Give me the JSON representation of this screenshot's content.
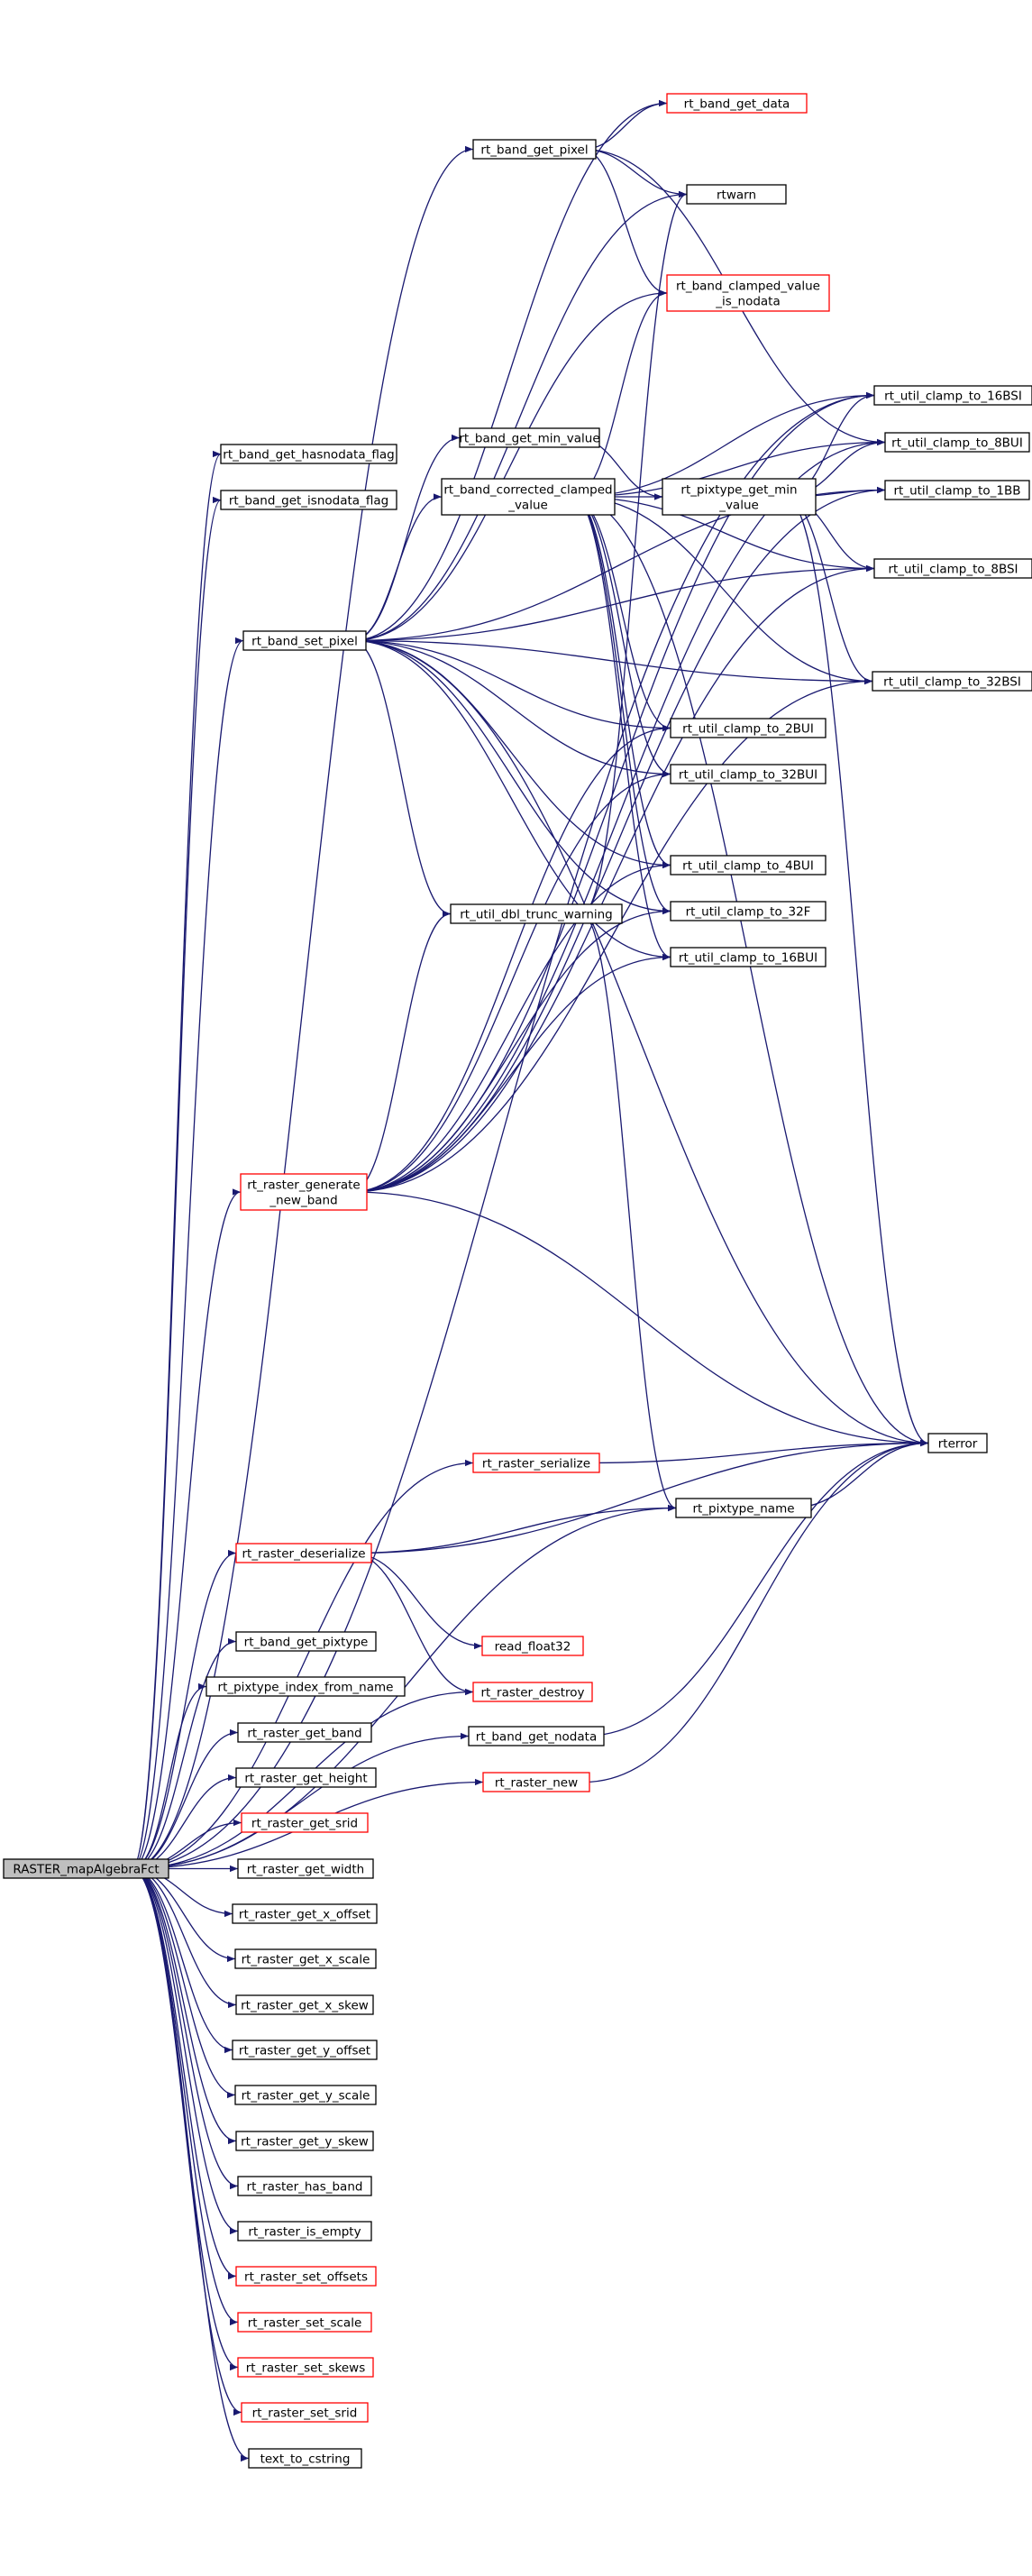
{
  "colors": {
    "edge": "#191970",
    "black_border": "#000000",
    "red_border": "#ff0000",
    "root_fill": "#bfbfbf",
    "background": "#ffffff"
  },
  "nodes": {
    "root": {
      "lines": [
        "RASTER_mapAlgebraFct"
      ],
      "border": "black",
      "root": true
    },
    "band_get_hasnodata_flag": {
      "lines": [
        "rt_band_get_hasnodata_flag"
      ],
      "border": "black"
    },
    "band_get_isnodata_flag": {
      "lines": [
        "rt_band_get_isnodata_flag"
      ],
      "border": "black"
    },
    "band_set_pixel": {
      "lines": [
        "rt_band_set_pixel"
      ],
      "border": "black"
    },
    "band_get_pixel": {
      "lines": [
        "rt_band_get_pixel"
      ],
      "border": "black"
    },
    "band_get_data": {
      "lines": [
        "rt_band_get_data"
      ],
      "border": "red"
    },
    "rtwarn": {
      "lines": [
        "rtwarn"
      ],
      "border": "black"
    },
    "band_clamped_value_is_nodata": {
      "lines": [
        "rt_band_clamped_value",
        "_is_nodata"
      ],
      "border": "red"
    },
    "band_get_min_value": {
      "lines": [
        "rt_band_get_min_value"
      ],
      "border": "black"
    },
    "band_corrected_clamped_value": {
      "lines": [
        "rt_band_corrected_clamped",
        "_value"
      ],
      "border": "black"
    },
    "pixtype_get_min_value": {
      "lines": [
        "rt_pixtype_get_min",
        "_value"
      ],
      "border": "black"
    },
    "clamp_16BSI": {
      "lines": [
        "rt_util_clamp_to_16BSI"
      ],
      "border": "black"
    },
    "clamp_8BUI": {
      "lines": [
        "rt_util_clamp_to_8BUI"
      ],
      "border": "black"
    },
    "clamp_1BB": {
      "lines": [
        "rt_util_clamp_to_1BB"
      ],
      "border": "black"
    },
    "clamp_8BSI": {
      "lines": [
        "rt_util_clamp_to_8BSI"
      ],
      "border": "black"
    },
    "clamp_32BSI": {
      "lines": [
        "rt_util_clamp_to_32BSI"
      ],
      "border": "black"
    },
    "clamp_2BUI": {
      "lines": [
        "rt_util_clamp_to_2BUI"
      ],
      "border": "black"
    },
    "clamp_32BUI": {
      "lines": [
        "rt_util_clamp_to_32BUI"
      ],
      "border": "black"
    },
    "clamp_4BUI": {
      "lines": [
        "rt_util_clamp_to_4BUI"
      ],
      "border": "black"
    },
    "clamp_32F": {
      "lines": [
        "rt_util_clamp_to_32F"
      ],
      "border": "black"
    },
    "clamp_16BUI": {
      "lines": [
        "rt_util_clamp_to_16BUI"
      ],
      "border": "black"
    },
    "dbl_trunc_warning": {
      "lines": [
        "rt_util_dbl_trunc_warning"
      ],
      "border": "black"
    },
    "raster_generate_new_band": {
      "lines": [
        "rt_raster_generate",
        "_new_band"
      ],
      "border": "red"
    },
    "rterror": {
      "lines": [
        "rterror"
      ],
      "border": "black"
    },
    "raster_serialize": {
      "lines": [
        "rt_raster_serialize"
      ],
      "border": "red"
    },
    "pixtype_name": {
      "lines": [
        "rt_pixtype_name"
      ],
      "border": "black"
    },
    "raster_deserialize": {
      "lines": [
        "rt_raster_deserialize"
      ],
      "border": "red"
    },
    "read_float32": {
      "lines": [
        "read_float32"
      ],
      "border": "red"
    },
    "raster_destroy": {
      "lines": [
        "rt_raster_destroy"
      ],
      "border": "red"
    },
    "band_get_nodata": {
      "lines": [
        "rt_band_get_nodata"
      ],
      "border": "black"
    },
    "raster_new": {
      "lines": [
        "rt_raster_new"
      ],
      "border": "red"
    },
    "band_get_pixtype": {
      "lines": [
        "rt_band_get_pixtype"
      ],
      "border": "black"
    },
    "pixtype_index_from_name": {
      "lines": [
        "rt_pixtype_index_from_name"
      ],
      "border": "black"
    },
    "raster_get_band": {
      "lines": [
        "rt_raster_get_band"
      ],
      "border": "black"
    },
    "raster_get_height": {
      "lines": [
        "rt_raster_get_height"
      ],
      "border": "black"
    },
    "raster_get_srid": {
      "lines": [
        "rt_raster_get_srid"
      ],
      "border": "red"
    },
    "raster_get_width": {
      "lines": [
        "rt_raster_get_width"
      ],
      "border": "black"
    },
    "raster_get_x_offset": {
      "lines": [
        "rt_raster_get_x_offset"
      ],
      "border": "black"
    },
    "raster_get_x_scale": {
      "lines": [
        "rt_raster_get_x_scale"
      ],
      "border": "black"
    },
    "raster_get_x_skew": {
      "lines": [
        "rt_raster_get_x_skew"
      ],
      "border": "black"
    },
    "raster_get_y_offset": {
      "lines": [
        "rt_raster_get_y_offset"
      ],
      "border": "black"
    },
    "raster_get_y_scale": {
      "lines": [
        "rt_raster_get_y_scale"
      ],
      "border": "black"
    },
    "raster_get_y_skew": {
      "lines": [
        "rt_raster_get_y_skew"
      ],
      "border": "black"
    },
    "raster_has_band": {
      "lines": [
        "rt_raster_has_band"
      ],
      "border": "black"
    },
    "raster_is_empty": {
      "lines": [
        "rt_raster_is_empty"
      ],
      "border": "black"
    },
    "raster_set_offsets": {
      "lines": [
        "rt_raster_set_offsets"
      ],
      "border": "red"
    },
    "raster_set_scale": {
      "lines": [
        "rt_raster_set_scale"
      ],
      "border": "red"
    },
    "raster_set_skews": {
      "lines": [
        "rt_raster_set_skews"
      ],
      "border": "red"
    },
    "raster_set_srid": {
      "lines": [
        "rt_raster_set_srid"
      ],
      "border": "red"
    },
    "text_to_cstring": {
      "lines": [
        "text_to_cstring"
      ],
      "border": "black"
    }
  },
  "edges": [
    [
      "root",
      "band_get_hasnodata_flag"
    ],
    [
      "root",
      "band_get_isnodata_flag"
    ],
    [
      "root",
      "band_set_pixel"
    ],
    [
      "root",
      "band_get_pixel"
    ],
    [
      "root",
      "clamp_16BSI"
    ],
    [
      "root",
      "raster_generate_new_band"
    ],
    [
      "root",
      "raster_serialize"
    ],
    [
      "root",
      "pixtype_name"
    ],
    [
      "root",
      "raster_deserialize"
    ],
    [
      "root",
      "raster_destroy"
    ],
    [
      "root",
      "band_get_nodata"
    ],
    [
      "root",
      "raster_new"
    ],
    [
      "root",
      "band_get_pixtype"
    ],
    [
      "root",
      "pixtype_index_from_name"
    ],
    [
      "root",
      "raster_get_band"
    ],
    [
      "root",
      "raster_get_height"
    ],
    [
      "root",
      "raster_get_srid"
    ],
    [
      "root",
      "raster_get_width"
    ],
    [
      "root",
      "raster_get_x_offset"
    ],
    [
      "root",
      "raster_get_x_scale"
    ],
    [
      "root",
      "raster_get_x_skew"
    ],
    [
      "root",
      "raster_get_y_offset"
    ],
    [
      "root",
      "raster_get_y_scale"
    ],
    [
      "root",
      "raster_get_y_skew"
    ],
    [
      "root",
      "raster_has_band"
    ],
    [
      "root",
      "raster_is_empty"
    ],
    [
      "root",
      "raster_set_offsets"
    ],
    [
      "root",
      "raster_set_scale"
    ],
    [
      "root",
      "raster_set_skews"
    ],
    [
      "root",
      "raster_set_srid"
    ],
    [
      "root",
      "text_to_cstring"
    ],
    [
      "band_get_pixel",
      "band_get_data"
    ],
    [
      "band_get_pixel",
      "rtwarn"
    ],
    [
      "band_get_pixel",
      "band_clamped_value_is_nodata"
    ],
    [
      "band_get_pixel",
      "clamp_8BUI"
    ],
    [
      "band_set_pixel",
      "band_get_data"
    ],
    [
      "band_set_pixel",
      "rtwarn"
    ],
    [
      "band_set_pixel",
      "band_clamped_value_is_nodata"
    ],
    [
      "band_set_pixel",
      "band_get_min_value"
    ],
    [
      "band_set_pixel",
      "band_corrected_clamped_value"
    ],
    [
      "band_set_pixel",
      "clamp_1BB"
    ],
    [
      "band_set_pixel",
      "clamp_8BSI"
    ],
    [
      "band_set_pixel",
      "clamp_2BUI"
    ],
    [
      "band_set_pixel",
      "clamp_32BUI"
    ],
    [
      "band_set_pixel",
      "clamp_32BSI"
    ],
    [
      "band_set_pixel",
      "clamp_4BUI"
    ],
    [
      "band_set_pixel",
      "clamp_32F"
    ],
    [
      "band_set_pixel",
      "clamp_16BUI"
    ],
    [
      "band_set_pixel",
      "dbl_trunc_warning"
    ],
    [
      "band_set_pixel",
      "rterror"
    ],
    [
      "band_get_min_value",
      "pixtype_get_min_value"
    ],
    [
      "band_corrected_clamped_value",
      "pixtype_get_min_value"
    ],
    [
      "band_corrected_clamped_value",
      "band_clamped_value_is_nodata"
    ],
    [
      "band_corrected_clamped_value",
      "clamp_16BSI"
    ],
    [
      "band_corrected_clamped_value",
      "clamp_8BUI"
    ],
    [
      "band_corrected_clamped_value",
      "clamp_8BSI"
    ],
    [
      "band_corrected_clamped_value",
      "clamp_32BSI"
    ],
    [
      "band_corrected_clamped_value",
      "clamp_2BUI"
    ],
    [
      "band_corrected_clamped_value",
      "clamp_32BUI"
    ],
    [
      "band_corrected_clamped_value",
      "clamp_4BUI"
    ],
    [
      "band_corrected_clamped_value",
      "clamp_32F"
    ],
    [
      "band_corrected_clamped_value",
      "clamp_16BUI"
    ],
    [
      "band_corrected_clamped_value",
      "rterror"
    ],
    [
      "pixtype_get_min_value",
      "clamp_16BSI"
    ],
    [
      "pixtype_get_min_value",
      "clamp_8BUI"
    ],
    [
      "pixtype_get_min_value",
      "clamp_1BB"
    ],
    [
      "pixtype_get_min_value",
      "clamp_8BSI"
    ],
    [
      "pixtype_get_min_value",
      "clamp_32BSI"
    ],
    [
      "pixtype_get_min_value",
      "rterror"
    ],
    [
      "dbl_trunc_warning",
      "rtwarn"
    ],
    [
      "dbl_trunc_warning",
      "pixtype_name"
    ],
    [
      "raster_generate_new_band",
      "dbl_trunc_warning"
    ],
    [
      "raster_generate_new_band",
      "clamp_2BUI"
    ],
    [
      "raster_generate_new_band",
      "clamp_32BUI"
    ],
    [
      "raster_generate_new_band",
      "clamp_4BUI"
    ],
    [
      "raster_generate_new_band",
      "clamp_32F"
    ],
    [
      "raster_generate_new_band",
      "clamp_16BUI"
    ],
    [
      "raster_generate_new_band",
      "clamp_16BSI"
    ],
    [
      "raster_generate_new_band",
      "clamp_8BUI"
    ],
    [
      "raster_generate_new_band",
      "clamp_1BB"
    ],
    [
      "raster_generate_new_band",
      "clamp_8BSI"
    ],
    [
      "raster_generate_new_band",
      "clamp_32BSI"
    ],
    [
      "raster_generate_new_band",
      "rterror"
    ],
    [
      "raster_serialize",
      "rterror"
    ],
    [
      "raster_deserialize",
      "pixtype_name"
    ],
    [
      "raster_deserialize",
      "rterror"
    ],
    [
      "raster_deserialize",
      "read_float32"
    ],
    [
      "raster_deserialize",
      "raster_destroy"
    ],
    [
      "pixtype_name",
      "rterror"
    ],
    [
      "band_get_nodata",
      "rterror"
    ],
    [
      "raster_new",
      "rterror"
    ]
  ]
}
